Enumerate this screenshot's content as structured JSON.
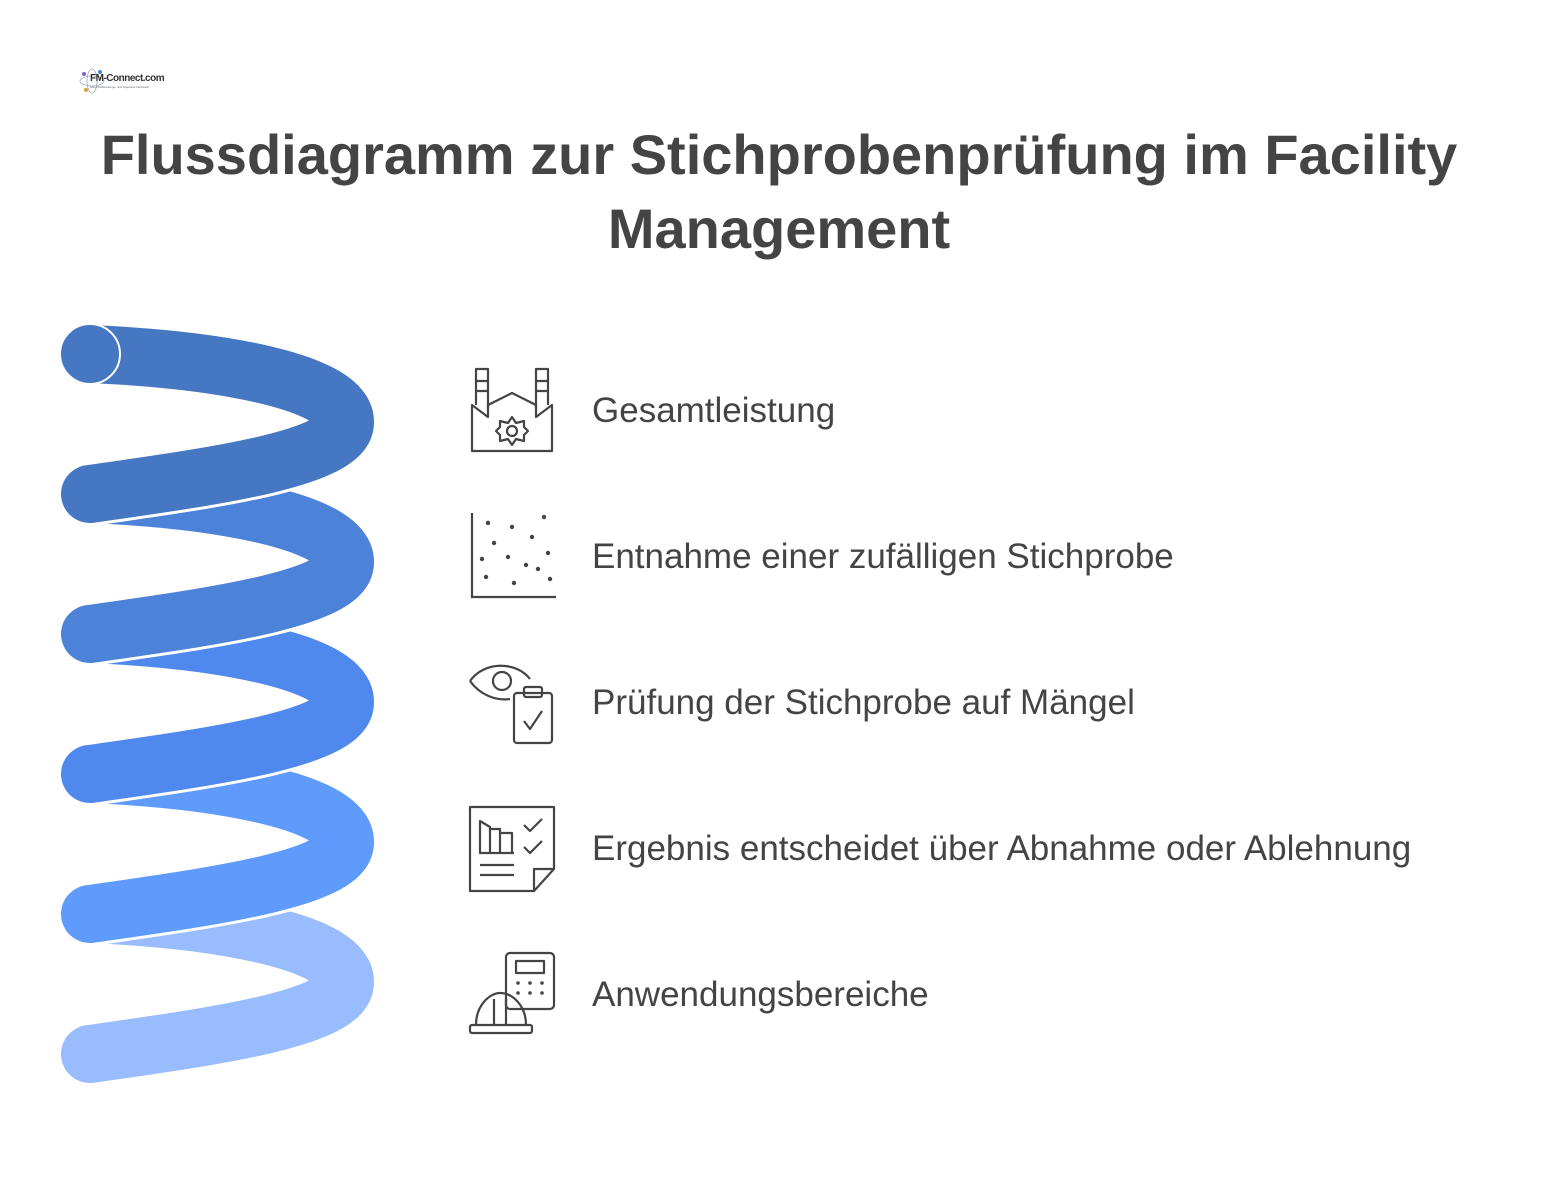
{
  "logo": {
    "text": "FM-Connect.com",
    "subtitle": "Das FM-Beratungs- und Ingenieur-Netzwerk"
  },
  "title": "Flussdiagramm zur Stichprobenprüfung im Facility Management",
  "colors": {
    "coil1": "#4677C2",
    "coil2": "#4C83D9",
    "coil3": "#4F89EE",
    "coil4": "#5E9BFD",
    "coil5": "#98BCFD",
    "text": "#444444"
  },
  "steps": [
    {
      "label": "Gesamtleistung",
      "icon": "factory-gear-icon"
    },
    {
      "label": "Entnahme einer zufälligen Stichprobe",
      "icon": "scatter-plot-icon"
    },
    {
      "label": "Prüfung der Stichprobe auf Mängel",
      "icon": "eye-clipboard-check-icon"
    },
    {
      "label": "Ergebnis entscheidet über Abnahme oder Ablehnung",
      "icon": "report-checklist-icon"
    },
    {
      "label": "Anwendungsbereiche",
      "icon": "hardhat-calculator-icon"
    }
  ]
}
